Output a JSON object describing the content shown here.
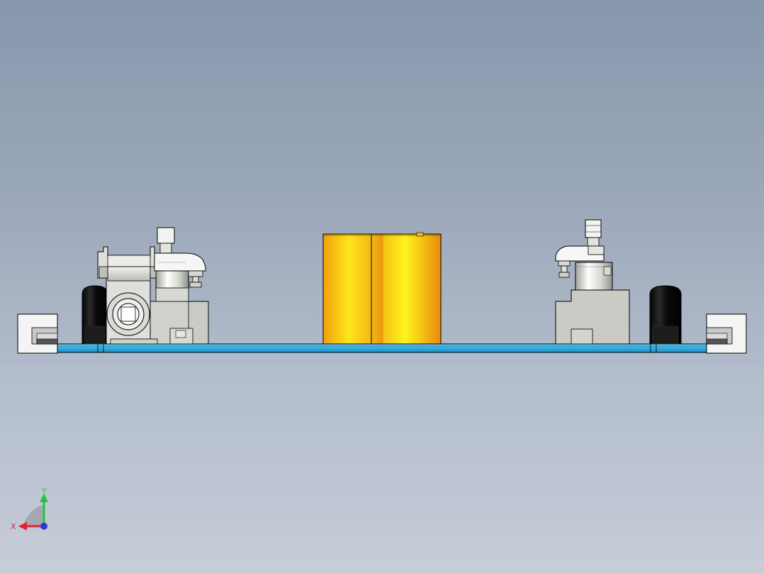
{
  "viewport": {
    "background_top": "#8797ac",
    "background_bottom": "#c7cdd8"
  },
  "model": {
    "parts": [
      "left-end-bracket",
      "left-black-cylinder",
      "left-clamp-fixture",
      "left-toggle-clamp",
      "center-gold-cylinder",
      "right-toggle-clamp",
      "right-clamp-fixture",
      "right-black-cylinder",
      "right-end-bracket",
      "blue-base-plate"
    ],
    "colors": {
      "base_plate": "#35b2e6",
      "gold_light": "#fff21a",
      "gold_dark": "#e88e0c",
      "steel": "#c9cbc4",
      "black_part": "#111111"
    }
  },
  "triad": {
    "x_label": "X",
    "y_label": "Y",
    "x_color": "#e0242a",
    "y_color": "#25c23a",
    "z_color": "#2a3ad8"
  }
}
